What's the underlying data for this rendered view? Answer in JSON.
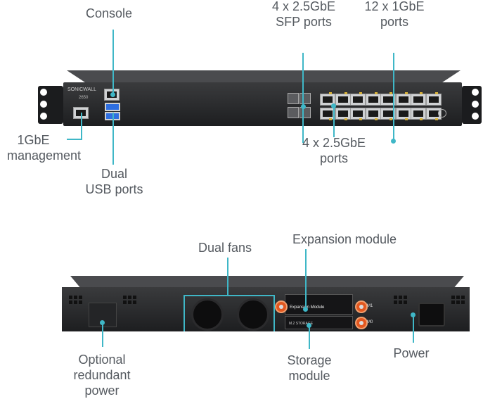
{
  "front_view": {
    "labels": {
      "console": "Console",
      "sfp_ports_line1": "4 x 2.5GbE",
      "sfp_ports_line2": "SFP ports",
      "gbe_ports_line1": "12 x 1GbE",
      "gbe_ports_line2": "ports",
      "mgmt_line1": "1GbE",
      "mgmt_line2": "management",
      "usb_line1": "Dual",
      "usb_line2": "USB ports",
      "copper25_line1": "4 x 2.5GbE",
      "copper25_line2": "ports"
    },
    "device": {
      "brand": "SONICWALL",
      "model": "2650"
    }
  },
  "rear_view": {
    "labels": {
      "dual_fans": "Dual fans",
      "expansion": "Expansion module",
      "redundant_line1": "Optional",
      "redundant_line2": "redundant",
      "redundant_line3": "power",
      "storage_line1": "Storage",
      "storage_line2": "module",
      "power": "Power"
    },
    "device": {
      "expansion_slot_text": "Expansion Module",
      "storage_slot_text": "M.2 STORAGE",
      "m1": "M1",
      "m0": "M0"
    }
  },
  "colors": {
    "callout": "#3fb7c7",
    "label_text": "#555a60",
    "screw": "#e2571f"
  }
}
